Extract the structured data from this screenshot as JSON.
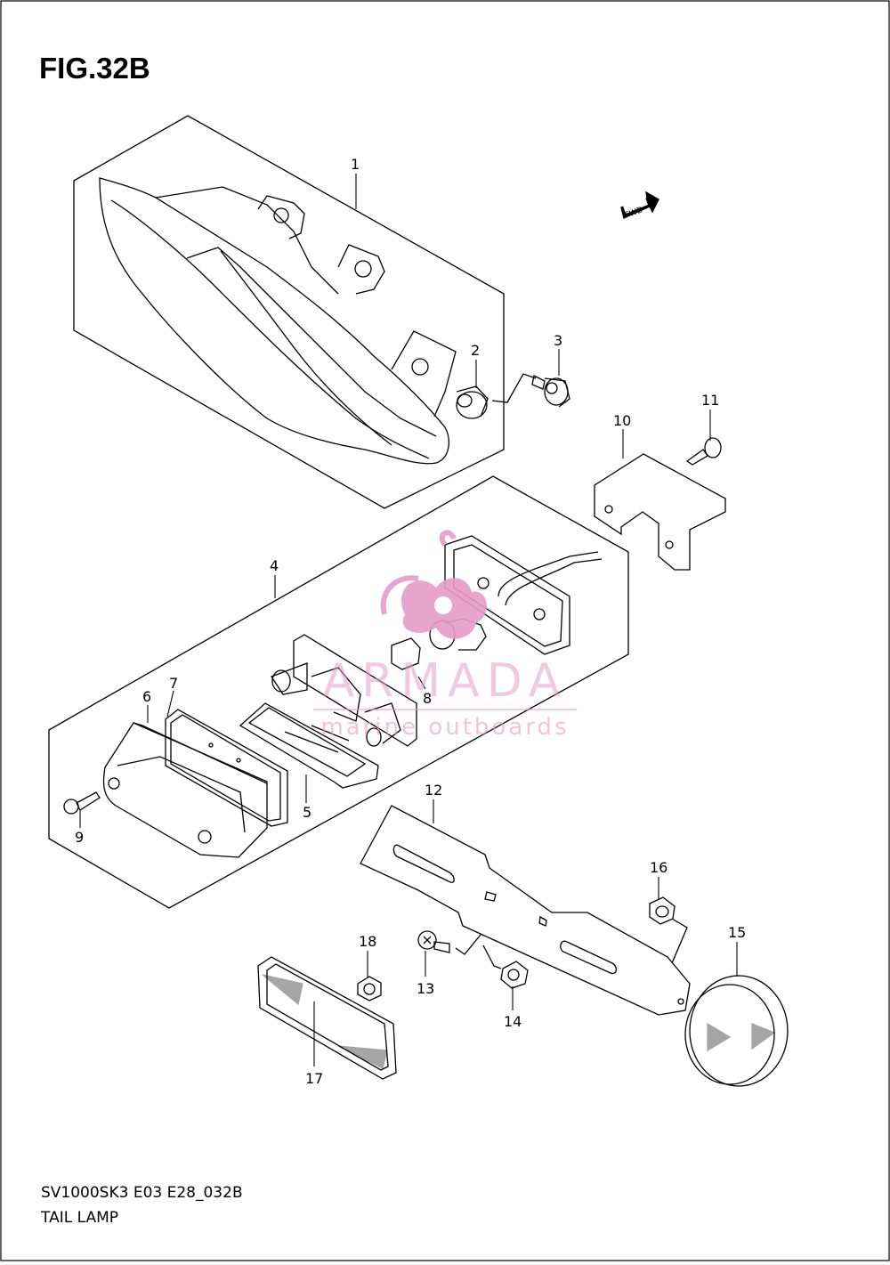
{
  "figure": {
    "title": "FIG.32B",
    "code": "SV1000SK3 E03 E28_032B",
    "name": "TAIL LAMP",
    "direction_label": "FWD"
  },
  "parts": [
    {
      "id": "part-1",
      "number": "1"
    },
    {
      "id": "part-2",
      "number": "2"
    },
    {
      "id": "part-3",
      "number": "3"
    },
    {
      "id": "part-4",
      "number": "4"
    },
    {
      "id": "part-5",
      "number": "5"
    },
    {
      "id": "part-6",
      "number": "6"
    },
    {
      "id": "part-7",
      "number": "7"
    },
    {
      "id": "part-8",
      "number": "8"
    },
    {
      "id": "part-9",
      "number": "9"
    },
    {
      "id": "part-10",
      "number": "10"
    },
    {
      "id": "part-11",
      "number": "11"
    },
    {
      "id": "part-12",
      "number": "12"
    },
    {
      "id": "part-13",
      "number": "13"
    },
    {
      "id": "part-14",
      "number": "14"
    },
    {
      "id": "part-15",
      "number": "15"
    },
    {
      "id": "part-16",
      "number": "16"
    },
    {
      "id": "part-17",
      "number": "17"
    },
    {
      "id": "part-18",
      "number": "18"
    }
  ],
  "watermark": {
    "brand": "ARMADA",
    "tagline": "marine outboards",
    "color": "#e59cc8"
  }
}
